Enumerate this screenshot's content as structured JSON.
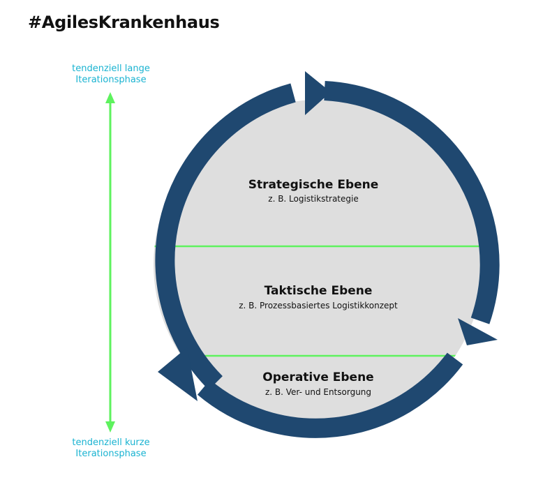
{
  "title": "#AgilesKrankenhaus",
  "axis": {
    "top_label": [
      "tendenziell lange",
      "Iterationsphase"
    ],
    "bottom_label": [
      "tendenziell kurze",
      "Iterationsphase"
    ],
    "arrow_color": "#5ef25e"
  },
  "colors": {
    "cycle_arrow": "#1f4870",
    "circle_fill": "#dedede",
    "divider": "#5ef25e",
    "side_text": "#19b3d1"
  },
  "levels": [
    {
      "name": "Strategische Ebene",
      "example": "z. B. Logistikstrategie"
    },
    {
      "name": "Taktische Ebene",
      "example": "z. B. Prozessbasiertes Logistikkonzept"
    },
    {
      "name": "Operative Ebene",
      "example": "z. B. Ver- und Entsorgung"
    }
  ]
}
